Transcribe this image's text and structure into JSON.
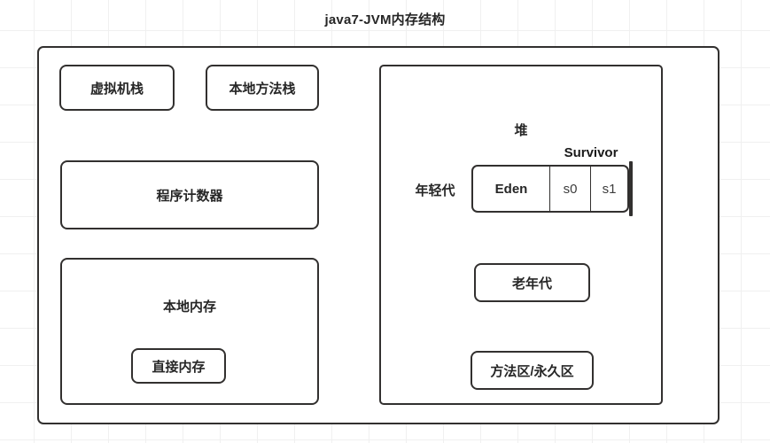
{
  "diagram": {
    "title": "java7-JVM内存结构",
    "runtime_area": {
      "vm_stack": "虚拟机栈",
      "native_method_stack": "本地方法栈",
      "pc_register": "程序计数器",
      "native_memory": "本地内存",
      "direct_memory": "直接内存"
    },
    "heap": {
      "label": "堆",
      "young_generation": "年轻代",
      "survivor_label": "Survivor",
      "eden": "Eden",
      "survivor_0": "s0",
      "survivor_1": "s1",
      "old_generation": "老年代",
      "method_area": "方法区/永久区"
    }
  },
  "colors": {
    "stroke": "#32302f",
    "text": "#262626",
    "background": "#ffffff",
    "grid": "#f0f0f0"
  }
}
